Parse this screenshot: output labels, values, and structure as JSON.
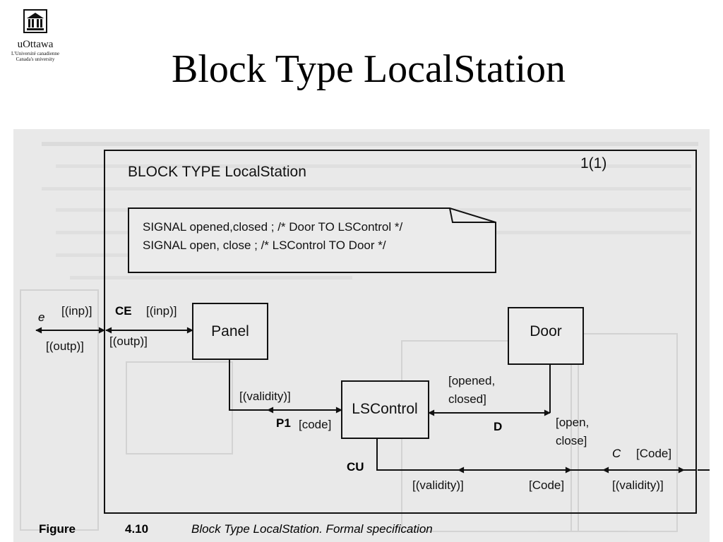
{
  "logo": {
    "name": "uOttawa",
    "line1": "L'Université canadienne",
    "line2": "Canada's university"
  },
  "slide_title": "Block Type LocalStation",
  "figure": {
    "block_header": "BLOCK TYPE LocalStation",
    "page_ref": "1(1)",
    "signal_line1": "SIGNAL opened,closed  ; /* Door TO LSControl */",
    "signal_line2": "SIGNAL open, close ; /* LSControl TO Door */",
    "blocks": {
      "panel": "Panel",
      "door": "Door",
      "lscontrol": "LSControl"
    },
    "channels": {
      "e": "e",
      "ce": "CE",
      "p1": "P1",
      "d": "D",
      "cu": "CU",
      "c": "C"
    },
    "signal_lists": {
      "e_in": "[(inp)]",
      "e_out": "[(outp)]",
      "ce_in": "[(inp)]",
      "ce_out": "[(outp)]",
      "p1_validity": "[(validity)]",
      "p1_code": "[code]",
      "d_opened": "[opened,",
      "d_closed": "closed]",
      "d_open": "[open,",
      "d_close": "close]",
      "c_code": "[Code]",
      "c_validity": "[(validity)]",
      "cu_validity": "[(validity)]",
      "cu_code": "[Code]"
    },
    "caption_label": "Figure",
    "caption_number": "4.10",
    "caption_text": "Block Type LocalStation. Formal specification"
  },
  "colors": {
    "scan_background": "#e9e9e9",
    "ink": "#111111"
  }
}
